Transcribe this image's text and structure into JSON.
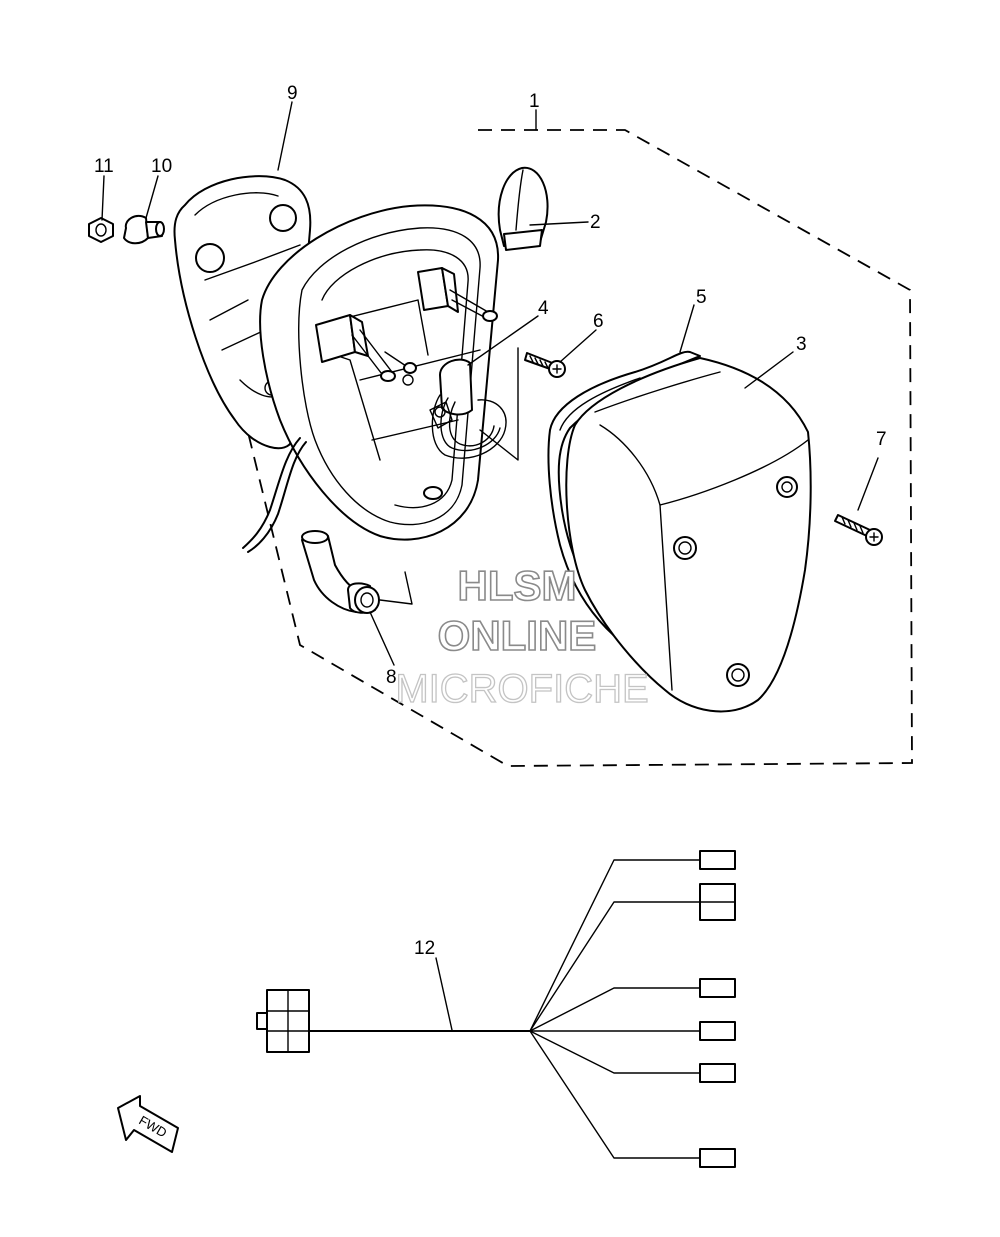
{
  "callouts": [
    {
      "id": "1",
      "text": "1"
    },
    {
      "id": "2",
      "text": "2"
    },
    {
      "id": "3",
      "text": "3"
    },
    {
      "id": "4",
      "text": "4"
    },
    {
      "id": "5",
      "text": "5"
    },
    {
      "id": "6",
      "text": "6"
    },
    {
      "id": "7",
      "text": "7"
    },
    {
      "id": "8",
      "text": "8"
    },
    {
      "id": "9",
      "text": "9"
    },
    {
      "id": "10",
      "text": "10"
    },
    {
      "id": "11",
      "text": "11"
    },
    {
      "id": "12",
      "text": "12"
    }
  ],
  "watermark": {
    "line1": "HLSM",
    "line2": "ONLINE",
    "line3": "MICROFICHE"
  },
  "direction_marker": {
    "text": "FWD"
  }
}
